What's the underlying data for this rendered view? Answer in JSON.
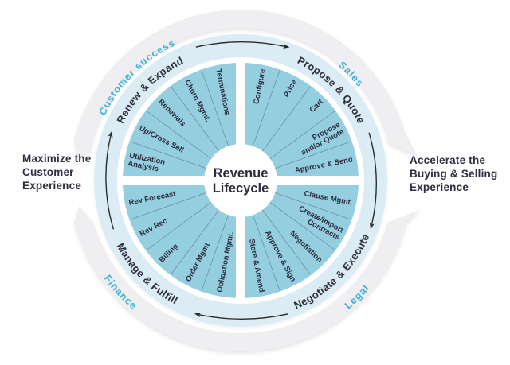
{
  "diagram": {
    "title": "Revenue Lifecycle",
    "center_label": "Revenue\nLifecycle",
    "left_caption": "Maximize the\nCustomer\nExperience",
    "right_caption": "Accelerate the\nBuying & Selling\nExperience",
    "flow_direction": "clockwise",
    "quadrants": [
      {
        "position": "top-left",
        "title": "Renew & Expand",
        "outer_label": "Customer success",
        "segments": [
          "Utilization\nAnalysis",
          "Up/Cross Sell",
          "Renewals",
          "Churn Mgmt.",
          "Terminations"
        ]
      },
      {
        "position": "top-right",
        "title": "Propose & Quote",
        "outer_label": "Sales",
        "segments": [
          "Configure",
          "Price",
          "Cart",
          "Propose\nand/or Quote",
          "Approve & Send"
        ]
      },
      {
        "position": "bottom-right",
        "title": "Negotiate & Execute",
        "outer_label": "Legal",
        "segments": [
          "Clause Mgmt.",
          "Create/Import\nContracts",
          "Negotiation",
          "Approve & Sign",
          "Store & Amend"
        ]
      },
      {
        "position": "bottom-left",
        "title": "Manage & Fulfill",
        "outer_label": "Finance",
        "segments": [
          "Obligation Mgmt.",
          "Order Mgmt.",
          "Billing",
          "Rev Rec",
          "Rev Forecast"
        ]
      }
    ],
    "colors": {
      "wedge": "#94cedf",
      "ring": "#dbecf5",
      "swoosh": "#efeff1",
      "divider": "#6b94a3",
      "accent_blue": "#41b1d7",
      "dark_text": "#2d2d3e",
      "arrow": "#2b2b2b",
      "background": "#ffffff"
    }
  }
}
